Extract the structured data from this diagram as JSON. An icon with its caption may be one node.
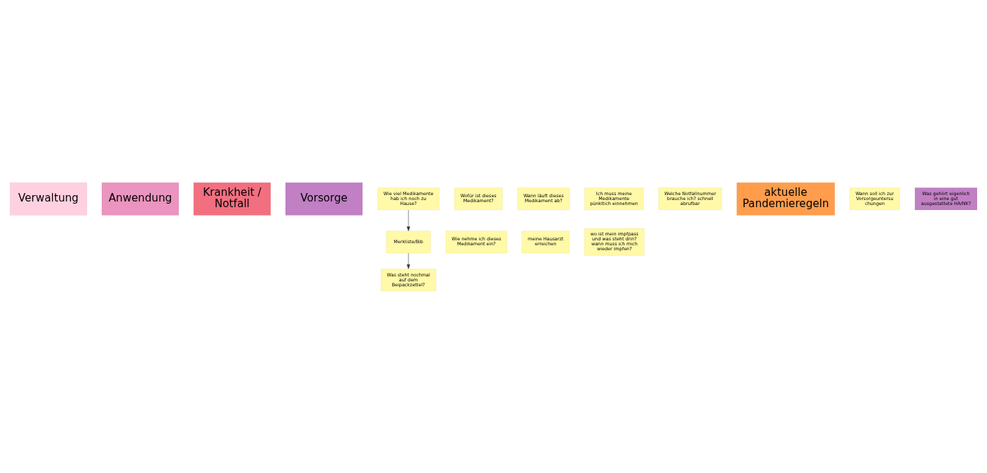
{
  "diagram": {
    "nodes": [
      {
        "text": [
          "Verwaltung"
        ]
      },
      {
        "text": [
          "Anwendung"
        ]
      },
      {
        "text": [
          "Krankheit / Notfall"
        ]
      },
      {
        "text": [
          "Vorsorge"
        ]
      },
      {
        "text": [
          "Wie viel Medikamente hab ich noch zu Hause?"
        ]
      },
      {
        "text": [
          "Merkliste/Bib"
        ]
      },
      {
        "text": [
          "Wofür ist dieses Medikament?"
        ]
      },
      {
        "text": [
          "Wie nehme ich dieses Medikament ein?"
        ]
      },
      {
        "text": [
          "Wann läuft dieses Medikament ab?"
        ]
      },
      {
        "text": [
          "Was steht nochmal auf dem Beipackzettel?"
        ]
      },
      {
        "text": [
          "Ich muss meine Medikamente pünkltich einnehmen"
        ]
      },
      {
        "text": [
          "Welche Notfallnummer brauche ich? schnell abrufbar"
        ]
      },
      {
        "text": [
          "meine Hausarzt erreichen"
        ]
      },
      {
        "text": [
          "aktuelle Pandemieregeln"
        ]
      },
      {
        "text": [
          "Wann soll ich zur Vorsorgeuntersu chungen"
        ]
      },
      {
        "text": [
          "wo ist mein impfpass und was steht drin? wann muss ich mich wieder impfen?"
        ]
      },
      {
        "text": [
          "Was gehört eigenlich in eine gut ausgestattete HA/NK?"
        ]
      }
    ],
    "edges": [
      {
        "from": 4,
        "to": 5,
        "arrow": "to"
      },
      {
        "from": 5,
        "to": 9,
        "arrow": "to"
      }
    ]
  }
}
